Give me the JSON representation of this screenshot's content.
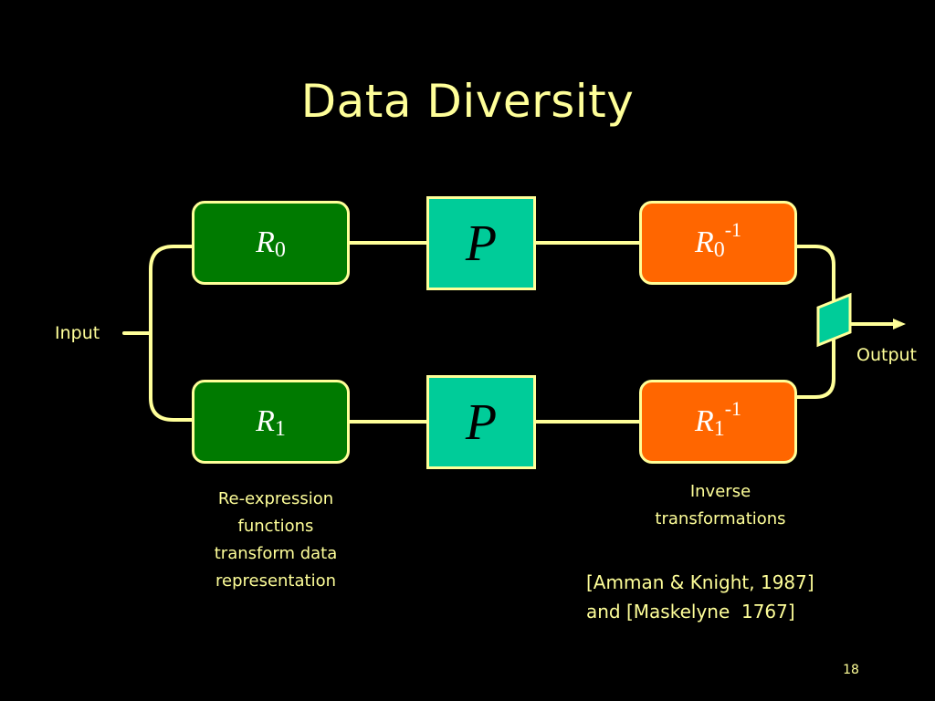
{
  "title": "Data Diversity",
  "nodes": {
    "r0": {
      "symbol": "R",
      "sub": "0"
    },
    "r1": {
      "symbol": "R",
      "sub": "1"
    },
    "p_top": {
      "symbol": "P"
    },
    "p_bottom": {
      "symbol": "P"
    },
    "r0_inv": {
      "symbol": "R",
      "sub": "0",
      "sup": "-1"
    },
    "r1_inv": {
      "symbol": "R",
      "sub": "1",
      "sup": "-1"
    }
  },
  "labels": {
    "input": "Input",
    "output": "Output"
  },
  "captions": {
    "reexpression": [
      "Re-expression",
      "functions",
      "transform data",
      "representation"
    ],
    "inverse": [
      "Inverse",
      "transformations"
    ]
  },
  "citation": [
    "[Amman & Knight, 1987]",
    "and [Maskelyne  1767]"
  ],
  "slide_number": "18",
  "colors": {
    "background": "#000000",
    "text": "#ffff99",
    "reexpression_box": "#007a00",
    "program_box": "#00cc99",
    "inverse_box": "#ff6600",
    "wire": "#ffff99"
  },
  "icons": {
    "voter": "trapezoid-voter-icon",
    "output_arrow": "arrow-right-icon"
  }
}
